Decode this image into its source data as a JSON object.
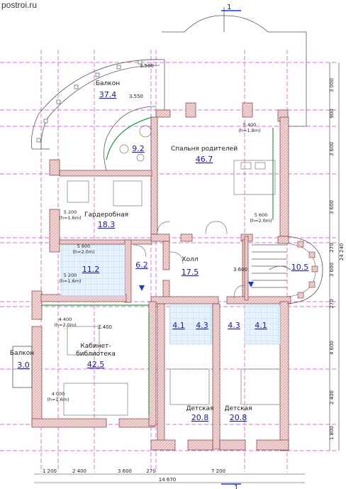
{
  "site": "postroi.ru",
  "section_mark": "1",
  "rooms": [
    {
      "name": "Балкон",
      "area": "37.4"
    },
    {
      "name": "",
      "area": "9.2"
    },
    {
      "name": "Спальня родителей",
      "area": "46.7"
    },
    {
      "name": "Гардеробная",
      "area": "18.3"
    },
    {
      "name": "",
      "area": "11.2"
    },
    {
      "name": "",
      "area": "6.2"
    },
    {
      "name": "Холл",
      "area": "17.5"
    },
    {
      "name": "",
      "area": "10.5"
    },
    {
      "name": "",
      "area": "4.1"
    },
    {
      "name": "",
      "area": "4.3"
    },
    {
      "name": "",
      "area": "4.3"
    },
    {
      "name": "",
      "area": "4.1"
    },
    {
      "name": "Балкон",
      "area": "3.0"
    },
    {
      "name": "Кабинет-",
      "area": "42.5"
    },
    {
      "name": "Детская",
      "area": "20.8"
    },
    {
      "name": "Детская",
      "area": "20.8"
    }
  ],
  "room_extra": {
    "cabinet_line2": "библиотека"
  },
  "heights": [
    {
      "size": "5 400",
      "h": "(h=1.8m)"
    },
    {
      "size": "5 200",
      "h": "(h=1.6m)"
    },
    {
      "size": "5 600",
      "h": "(h=2.0m)"
    },
    {
      "size": "5 600",
      "h": "(h=2.0m)"
    },
    {
      "size": "5 200",
      "h": "(h=1.6m)"
    },
    {
      "size": "4 400",
      "h": "(h=2.0m)"
    },
    {
      "size": "4 000",
      "h": "(h=1.6m)"
    }
  ],
  "inner_dims": [
    "3.500",
    "3.550",
    "3.600",
    "2.400"
  ],
  "bottom_dims": [
    "1 200",
    "2 400",
    "3 600",
    "270",
    "7 200"
  ],
  "total_width": "14 670",
  "right_dims": [
    "3 000",
    "900",
    "3 600",
    "3 600",
    "270",
    "3 600",
    "270",
    "4 600",
    "2 400",
    "1 800"
  ],
  "total_height": "24 240"
}
